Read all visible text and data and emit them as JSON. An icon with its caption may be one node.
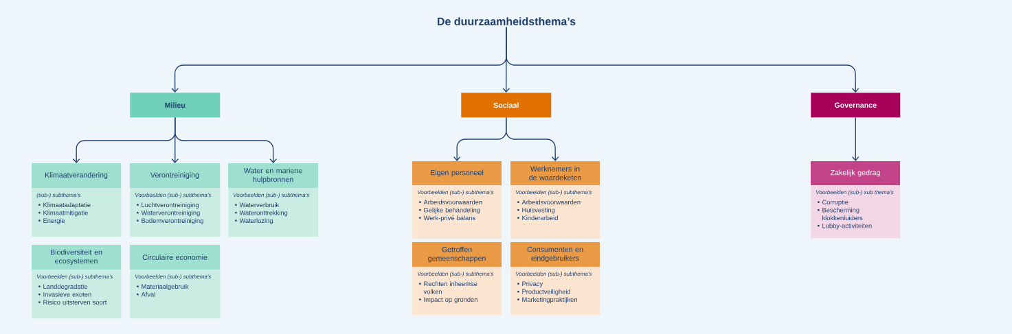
{
  "diagram": {
    "nodes": [
      {
        "text": [
          "De duurzaamheidsthema’s"
        ]
      },
      {
        "text": [
          "Milieu"
        ]
      },
      {
        "text": [
          "Sociaal"
        ]
      },
      {
        "text": [
          "Governance"
        ]
      },
      {
        "text": [
          "Klimaatverandering",
          "(sub-) subthema’s",
          "Klimaatadaptatie",
          "Klimaatmitigatie",
          "Energie"
        ]
      },
      {
        "text": [
          "Verontreiniging",
          "Voorbeelden (sub-) subthema’s",
          "Luchtverontreiniging",
          "Waterverontreiniging",
          "Bodemverontreiniging"
        ]
      },
      {
        "text": [
          "Water en mariene hulpbronnen",
          "Voorbeelden (sub-) subthema’s",
          "Waterverbruik",
          "Wateronttrekking",
          "Waterlozing"
        ]
      },
      {
        "text": [
          "Biodiversiteit en ecosystemen",
          "Voorbeelden (sub-) subthema’s",
          "Landdegradatie",
          "Invasieve exoten",
          "Risico uitsterven soort"
        ]
      },
      {
        "text": [
          "Circulaire economie",
          "Voorbeelden (sub-) subthema’s",
          "Materiaalgebruik",
          "Afval"
        ]
      },
      {
        "text": [
          "Eigen personeel",
          "Voorbeelden (sub-) subthema’s",
          "Arbeidsvoorwaarden",
          "Gelijke behandeling",
          "Werk-privé balans"
        ]
      },
      {
        "text": [
          "Werknemers in de waardeketen",
          "Voorbeelden (sub-) subthema’s",
          "Arbeidsvoorwaarden",
          "Huisvesting",
          "Kinderarbeid"
        ]
      },
      {
        "text": [
          "Getroffen gemeenschappen",
          "Voorbeelden (sub-) subthema’s",
          "Rechten inheemse volken",
          "Impact op gronden"
        ]
      },
      {
        "text": [
          "Consumenten en eindgebruikers",
          "Voorbeelden (sub-) subthema’s",
          "Privacy",
          "Productveiligheid",
          "Marketingpraktijken"
        ]
      },
      {
        "text": [
          "Zakelijk gedrag",
          "Voorbeelden (sub-) sub thema’s",
          "Corruptie",
          "Bescherming klokkenluiders",
          "Lobby-activiteiten"
        ]
      }
    ],
    "edges": [
      {
        "from": 0,
        "to": 1,
        "arrow": "to"
      },
      {
        "from": 0,
        "to": 2,
        "arrow": "to"
      },
      {
        "from": 0,
        "to": 3,
        "arrow": "to"
      },
      {
        "from": 1,
        "to": 4,
        "arrow": "to"
      },
      {
        "from": 1,
        "to": 5,
        "arrow": "to"
      },
      {
        "from": 1,
        "to": 6,
        "arrow": "to"
      },
      {
        "from": 2,
        "to": 9,
        "arrow": "to"
      },
      {
        "from": 2,
        "to": 10,
        "arrow": "to"
      },
      {
        "from": 3,
        "to": 13,
        "arrow": "to"
      }
    ]
  }
}
